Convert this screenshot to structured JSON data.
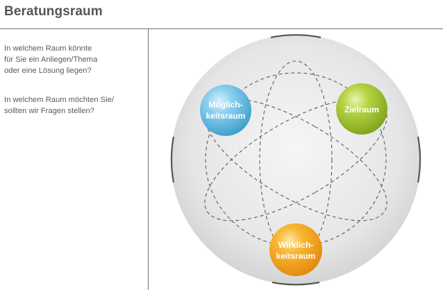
{
  "header": {
    "title": "Beratungsraum"
  },
  "left_panel": {
    "question_1": "In welchem Raum könnte\nfür Sie ein Anliegen/Thema\noder eine Lösung liegen?",
    "question_2": "In welchem Raum möchten Sie/\nsollten wir Fragen stellen?"
  },
  "diagram": {
    "nodes": [
      {
        "id": "moeglichkeitsraum",
        "line1": "Möglich-",
        "line2": "keitsraum",
        "color": "#5fb9dd"
      },
      {
        "id": "zielraum",
        "line1": "Zielraum",
        "line2": "",
        "color": "#a2c636"
      },
      {
        "id": "wirklichkeitsraum",
        "line1": "Wirklich-",
        "line2": "keitsraum",
        "color": "#f6a81e"
      }
    ]
  }
}
